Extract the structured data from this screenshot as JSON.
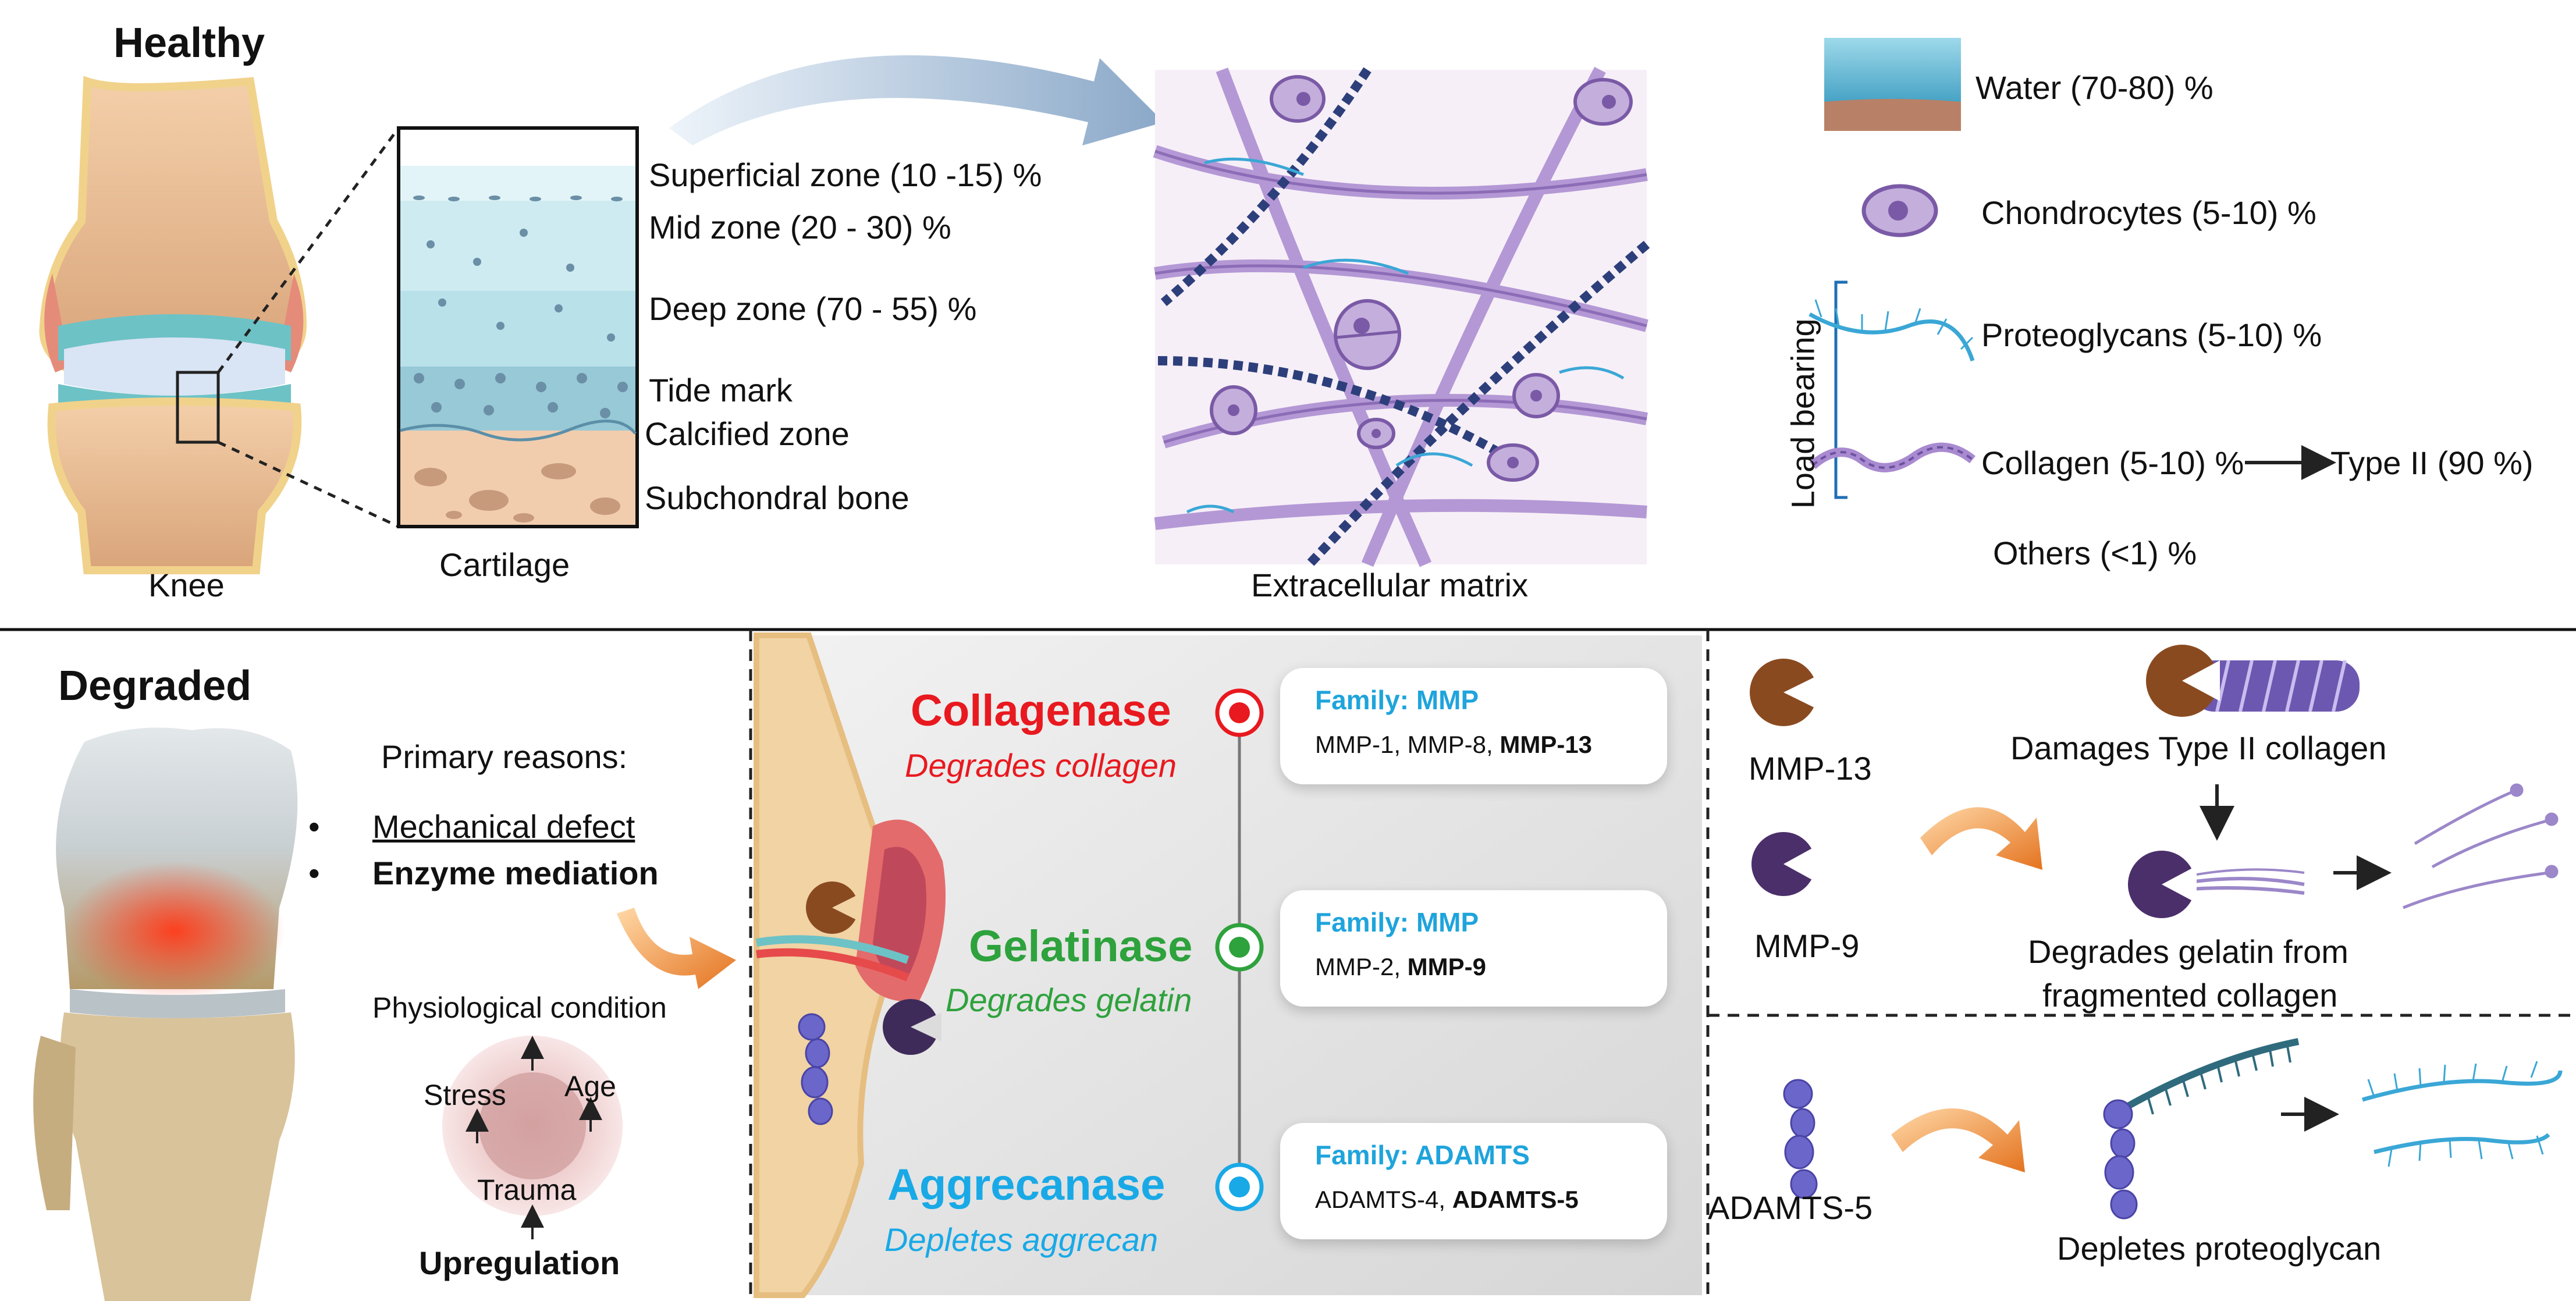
{
  "healthy": {
    "title": "Healthy",
    "knee_label": "Knee",
    "cartilage_label": "Cartilage",
    "zones": [
      "Superficial zone (10 -15) %",
      "Mid zone (20 - 30) %",
      "Deep zone (70 - 55) %",
      "Tide mark",
      "Calcified zone",
      "Subchondral bone"
    ],
    "ecm_label": "Extracellular matrix",
    "composition": {
      "water": "Water (70-80) %",
      "chondrocytes": "Chondrocytes (5-10) %",
      "proteoglycans": "Proteoglycans (5-10) %",
      "collagen": "Collagen (5-10) %",
      "type2": "Type II (90 %)",
      "others": "Others (<1) %",
      "load_bearing": "Load bearing"
    }
  },
  "degraded": {
    "title": "Degraded",
    "primary_reasons": "Primary reasons:",
    "reason_1": "Mechanical defect",
    "reason_2": "Enzyme mediation",
    "bullet": "•",
    "factors": {
      "physiological": "Physiological condition",
      "stress": "Stress",
      "age": "Age",
      "trauma": "Trauma",
      "upregulation": "Upregulation"
    }
  },
  "enzymes": [
    {
      "name": "Collagenase",
      "action": "Degrades collagen",
      "color": "#e8191f",
      "family": "Family: MMP",
      "members_plain": "MMP-1, MMP-8, ",
      "members_bold": "MMP-13"
    },
    {
      "name": "Gelatinase",
      "action": "Degrades gelatin",
      "color": "#2ea23c",
      "family": "Family: MMP",
      "members_plain": "MMP-2, ",
      "members_bold": "MMP-9"
    },
    {
      "name": "Aggrecanase",
      "action": "Depletes aggrecan",
      "color": "#19a9e6",
      "family": "Family: ADAMTS",
      "members_plain": "ADAMTS-4, ",
      "members_bold": "ADAMTS-5"
    }
  ],
  "mechanisms": {
    "mmp13": "MMP-13",
    "mmp9": "MMP-9",
    "adamts5": "ADAMTS-5",
    "damages": "Damages Type II collagen",
    "gelatin_line1": "Degrades gelatin from",
    "gelatin_line2": "fragmented collagen",
    "depletes": "Depletes proteoglycan"
  },
  "colors": {
    "bone": "#e9b990",
    "cartilage": "#a6dde6",
    "chondrocyte": "#a58bc4",
    "collagen": "#9b87c9",
    "proteoglycan": "#3aa7d6",
    "mmp13_enzyme": "#8a4a20",
    "mmp9_enzyme": "#4b2f6b",
    "adamts5_enzyme": "#6b66c9",
    "arrow_orange": "#f08a2b"
  }
}
